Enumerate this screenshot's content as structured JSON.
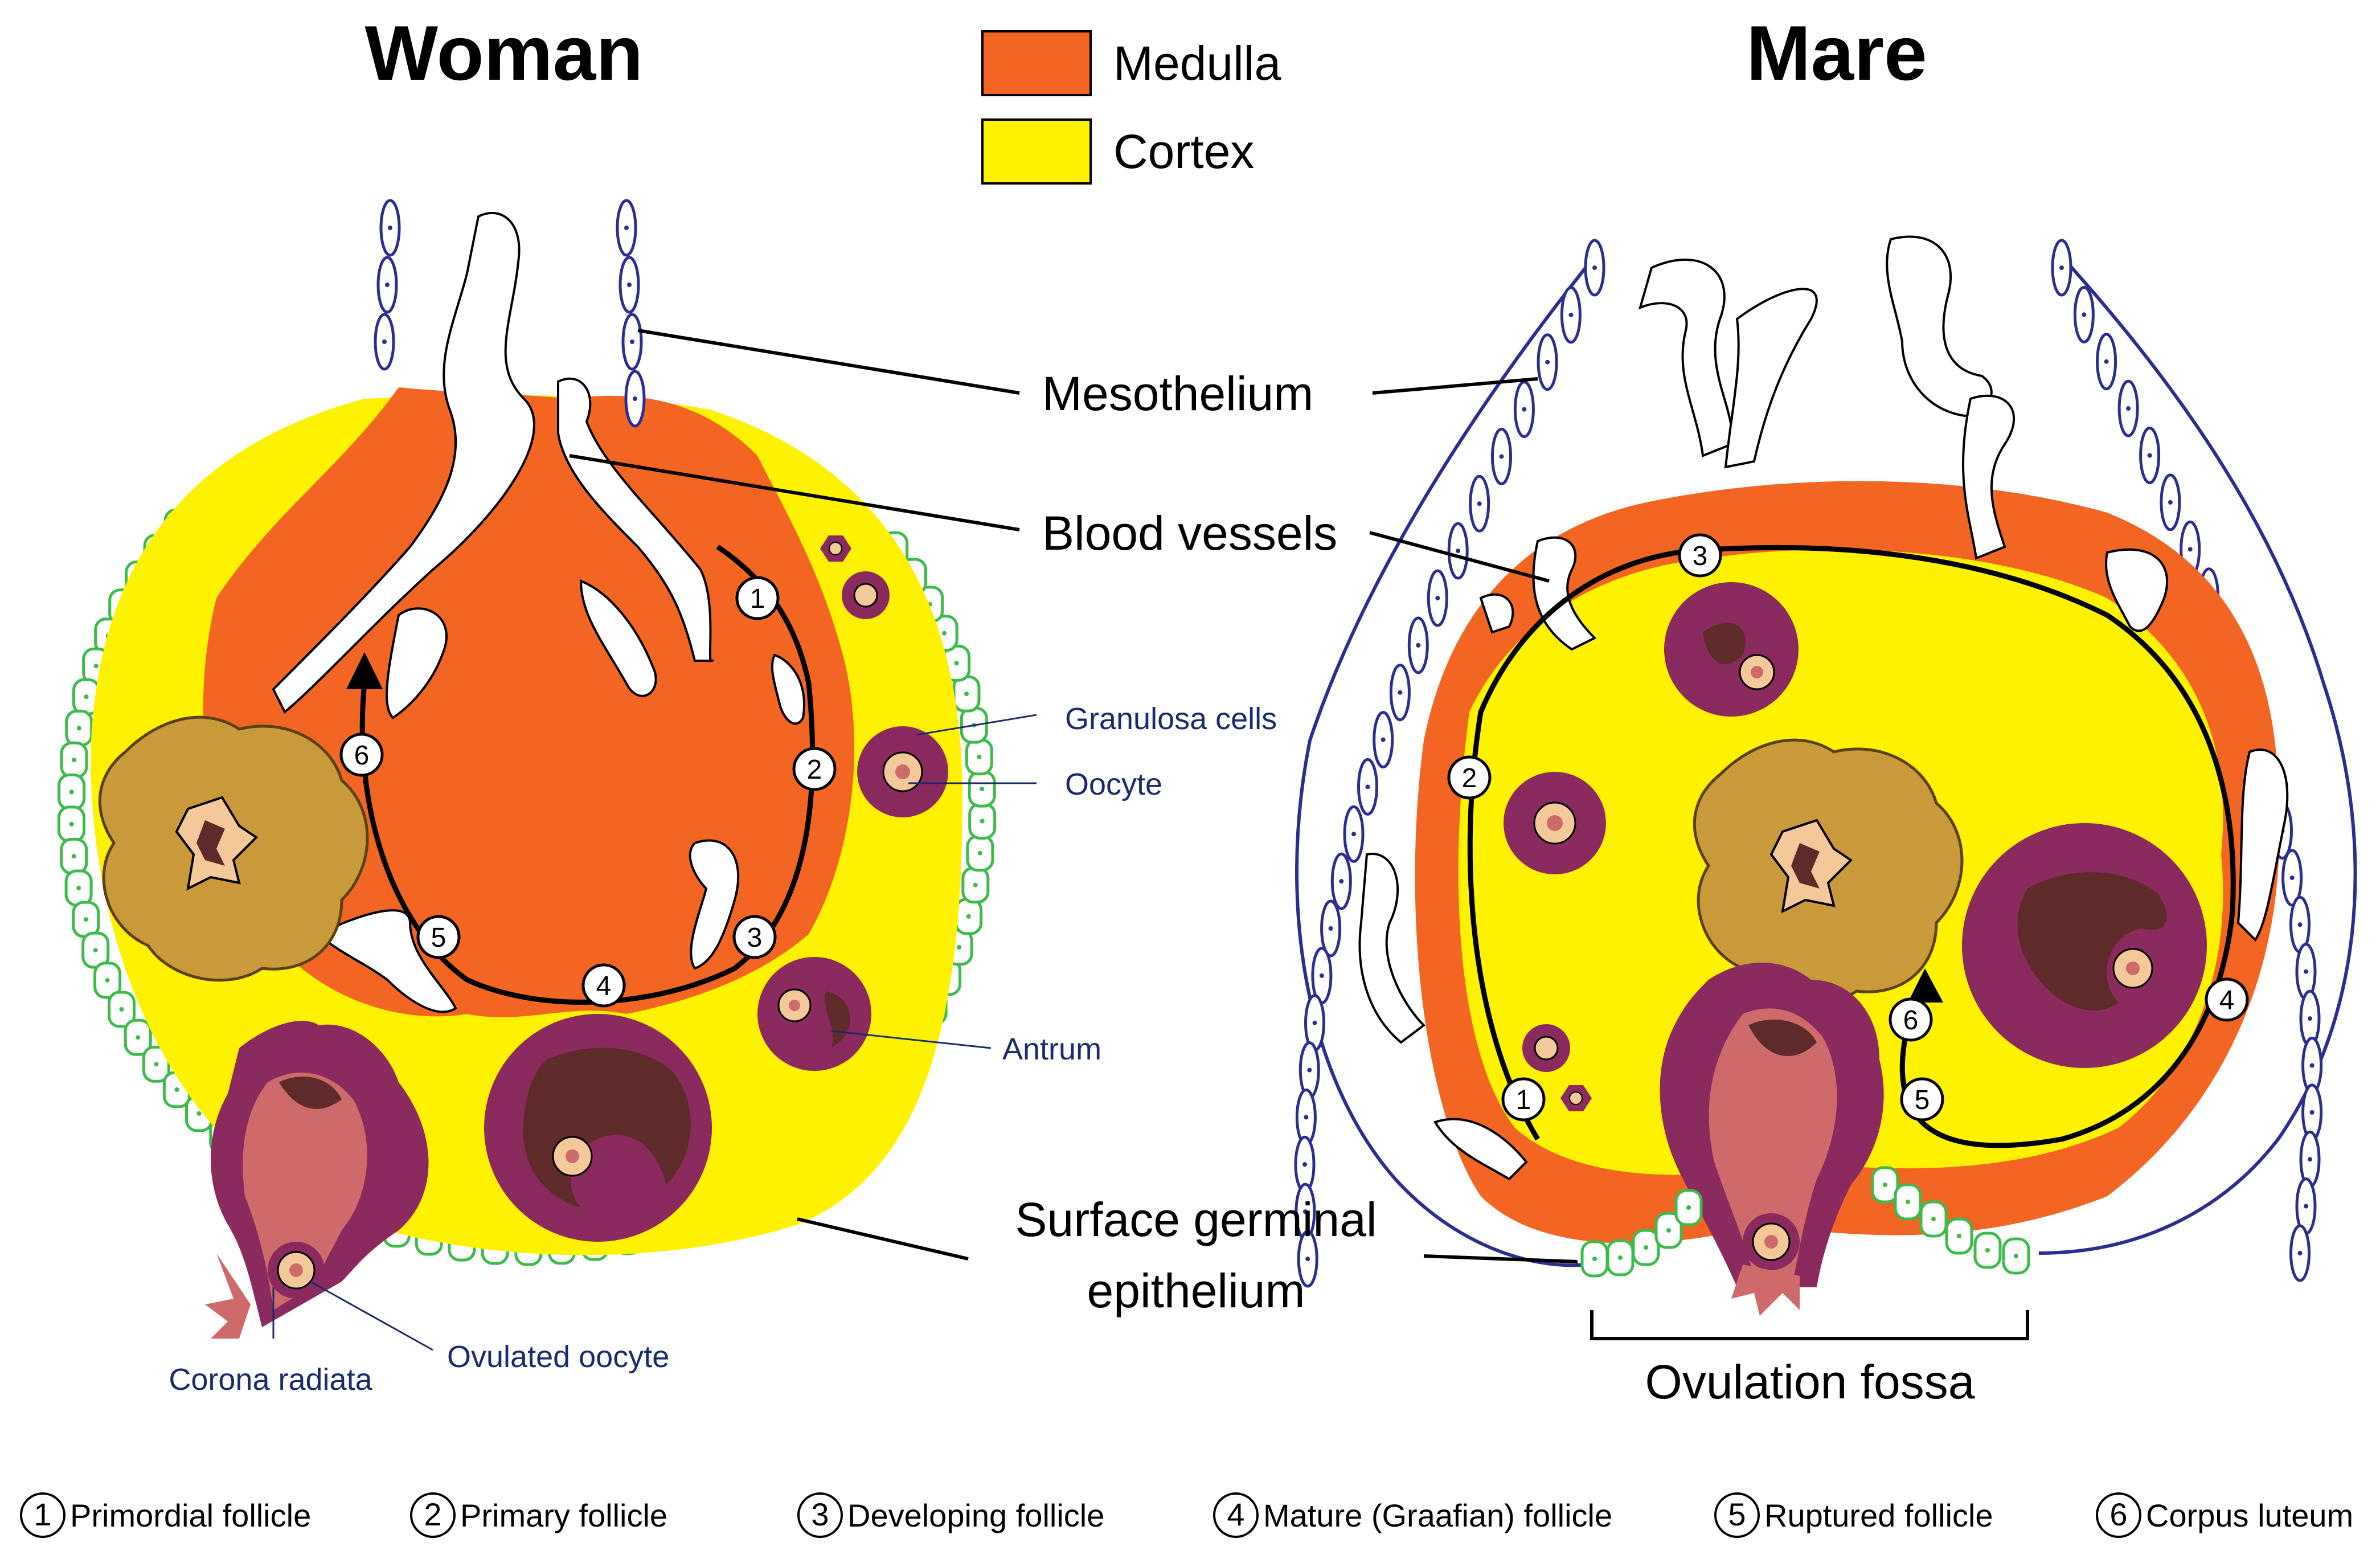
{
  "titles": {
    "left": "Woman",
    "right": "Mare"
  },
  "legend": [
    {
      "label": "Medulla",
      "color": "#f26522"
    },
    {
      "label": "Cortex",
      "color": "#fff200"
    }
  ],
  "labels": {
    "mesothelium": "Mesothelium",
    "blood_vessels": "Blood vessels",
    "surface_1": "Surface germinal",
    "surface_2": "epithelium",
    "ovulation_fossa": "Ovulation fossa",
    "granulosa_cells": "Granulosa cells",
    "oocyte": "Oocyte",
    "antrum": "Antrum",
    "corona_radiata": "Corona radiata",
    "ovulated_oocyte": "Ovulated oocyte"
  },
  "stages": [
    {
      "num": "1",
      "label": "Primordial follicle"
    },
    {
      "num": "2",
      "label": "Primary follicle"
    },
    {
      "num": "3",
      "label": "Developing follicle"
    },
    {
      "num": "4",
      "label": "Mature (Graafian) follicle"
    },
    {
      "num": "5",
      "label": "Ruptured follicle"
    },
    {
      "num": "6",
      "label": "Corpus luteum"
    }
  ],
  "colors": {
    "medulla": "#f26522",
    "cortex": "#fff200",
    "follicle": "#8b2a5e",
    "antrum": "#5e2a2a",
    "corpus_luteum": "#c99a3a",
    "epithelium": "#3dbb4a",
    "mesothelium": "#2b2d8f",
    "oocyte": "#f4c99a"
  }
}
